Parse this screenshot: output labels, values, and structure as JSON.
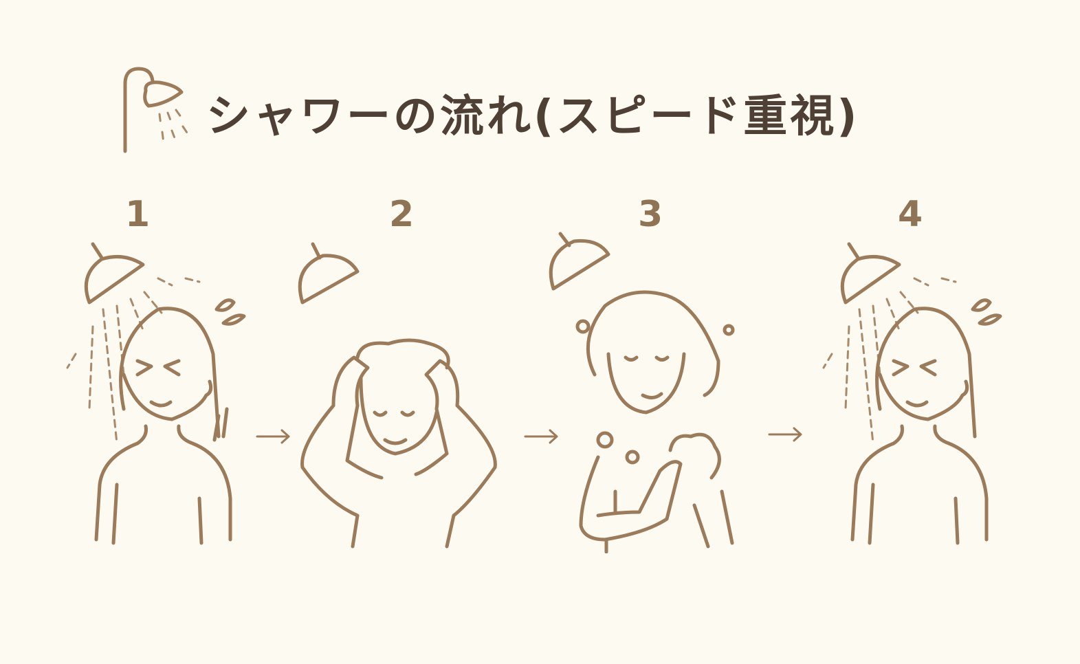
{
  "title": "シャワーの流れ(スピード重視)",
  "steps": [
    {
      "number": "1"
    },
    {
      "number": "2"
    },
    {
      "number": "3"
    },
    {
      "number": "4"
    }
  ],
  "colors": {
    "background": "#fcfaf1",
    "line": "#9b7b5a",
    "title": "#4e4034"
  }
}
